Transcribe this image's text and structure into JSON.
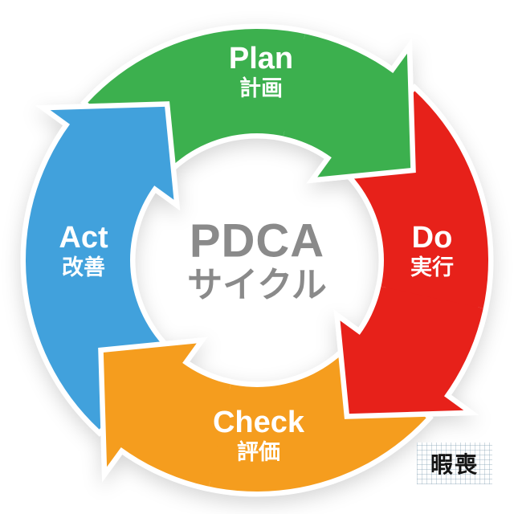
{
  "diagram": {
    "center": {
      "title": "PDCA",
      "subtitle": "サイクル",
      "text_color": "#8a8a8a"
    },
    "flow_direction": "clockwise",
    "segments": [
      {
        "id": "plan",
        "label": "Plan",
        "sublabel": "計画",
        "color": "#3cb04e",
        "slot_angle": 0
      },
      {
        "id": "do",
        "label": "Do",
        "sublabel": "実行",
        "color": "#e7211a",
        "slot_angle": 90
      },
      {
        "id": "check",
        "label": "Check",
        "sublabel": "評価",
        "color": "#f59d1e",
        "slot_angle": 180
      },
      {
        "id": "act",
        "label": "Act",
        "sublabel": "改善",
        "color": "#41a1dc",
        "slot_angle": 270
      }
    ]
  },
  "watermark": {
    "text": "暇喪"
  }
}
